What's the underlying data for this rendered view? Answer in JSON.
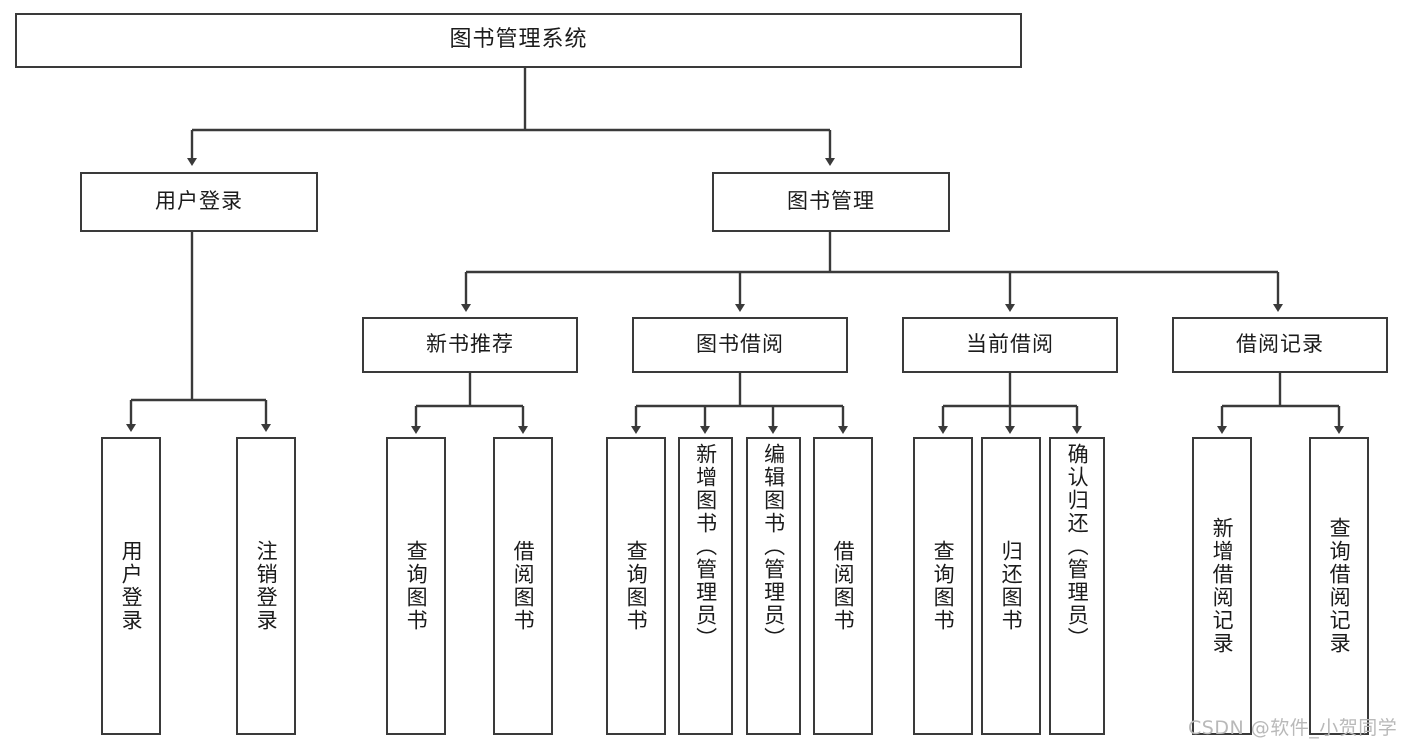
{
  "diagram": {
    "type": "tree",
    "title": "图书管理系统",
    "root": {
      "label": "图书管理系统"
    },
    "level2": [
      {
        "label": "用户登录"
      },
      {
        "label": "图书管理"
      }
    ],
    "level3": [
      {
        "label": "新书推荐"
      },
      {
        "label": "图书借阅"
      },
      {
        "label": "当前借阅"
      },
      {
        "label": "借阅记录"
      }
    ],
    "leaves": {
      "user_login": [
        {
          "label": "用户登录"
        },
        {
          "label": "注销登录"
        }
      ],
      "new_book_recommend": [
        {
          "label": "查询图书"
        },
        {
          "label": "借阅图书"
        }
      ],
      "book_borrow": [
        {
          "label": "查询图书"
        },
        {
          "label": "新增图书（管理员）"
        },
        {
          "label": "编辑图书（管理员）"
        },
        {
          "label": "借阅图书"
        }
      ],
      "current_borrow": [
        {
          "label": "查询图书"
        },
        {
          "label": "归还图书"
        },
        {
          "label": "确认归还（管理员）"
        }
      ],
      "borrow_record": [
        {
          "label": "新增借阅记录"
        },
        {
          "label": "查询借阅记录"
        }
      ]
    }
  },
  "watermark": {
    "text": "CSDN @软件_小贺同学"
  },
  "colors": {
    "stroke": "#3a3a3a",
    "text": "#1b1b1b",
    "background": "#ffffff",
    "watermark": "#b9b9b9"
  }
}
